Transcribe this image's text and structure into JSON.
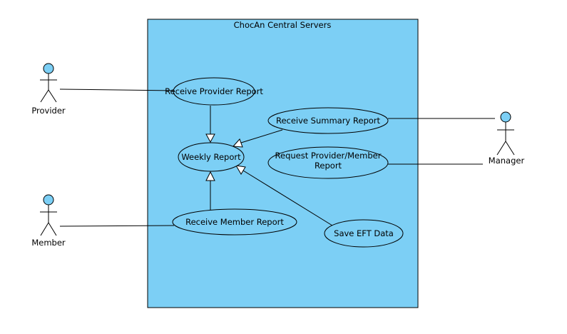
{
  "colors": {
    "system_fill": "#7ccff5",
    "use_case_fill": "#7ccff5",
    "actor_head_fill": "#7ccff5",
    "line": "#000000",
    "background": "#ffffff"
  },
  "system": {
    "title": "ChocAn Central Servers"
  },
  "actors": {
    "provider": "Provider",
    "member": "Member",
    "manager": "Manager"
  },
  "use_cases": {
    "receive_provider_report": "Receive Provider Report",
    "weekly_report": "Weekly Report",
    "receive_summary_report": "Receive Summary Report",
    "request_report_line1": "Request Provider/Member",
    "request_report_line2": "Report",
    "receive_member_report": "Receive Member Report",
    "save_eft_data": "Save EFT Data"
  }
}
